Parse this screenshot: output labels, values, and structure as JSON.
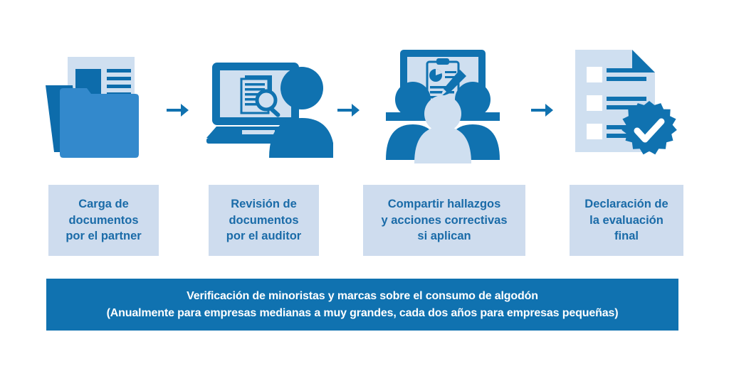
{
  "colors": {
    "brand_blue": "#1072b0",
    "mid_blue": "#3389cc",
    "deep_blue": "#0d6cab",
    "pale_box": "#cedcee",
    "pale_icon": "#cfdff0",
    "label_text": "#1a6ba8",
    "banner_text": "#ffffff",
    "background": "#ffffff"
  },
  "steps": [
    {
      "index": 1,
      "icon": "documents-folder-upload-icon",
      "label_lines": [
        "Carga de",
        "documentos",
        "por el partner"
      ],
      "label_text": "Carga de documentos por el partner"
    },
    {
      "index": 2,
      "icon": "laptop-document-review-auditor-icon",
      "label_lines": [
        "Revisión de",
        "documentos",
        "por el auditor"
      ],
      "label_text": "Revisión de documentos por el auditor"
    },
    {
      "index": 3,
      "icon": "meeting-presentation-people-icon",
      "label_lines": [
        "Compartir hallazgos",
        "y acciones correctivas",
        "si aplican"
      ],
      "label_text": "Compartir hallazgos y acciones correctivas si aplican"
    },
    {
      "index": 4,
      "icon": "checklist-verified-badge-icon",
      "label_lines": [
        "Declaración de",
        "la evaluación",
        "final"
      ],
      "label_text": "Declaración de la evaluación final"
    }
  ],
  "arrows": [
    {
      "index": 1,
      "icon": "arrow-right-icon"
    },
    {
      "index": 2,
      "icon": "arrow-right-icon"
    },
    {
      "index": 3,
      "icon": "arrow-right-icon"
    }
  ],
  "banner": {
    "line1": "Verificación de minoristas y marcas sobre el consumo de algodón",
    "line2": "(Anualmente para empresas medianas a muy grandes, cada dos años para empresas pequeñas)"
  }
}
